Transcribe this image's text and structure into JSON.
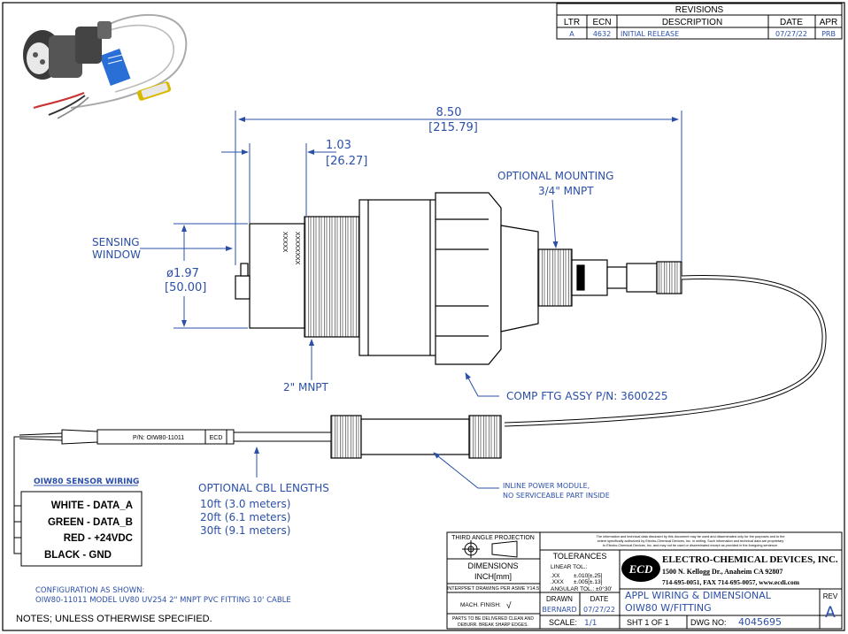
{
  "revisions": {
    "title": "REVISIONS",
    "headers": [
      "LTR",
      "ECN",
      "DESCRIPTION",
      "DATE",
      "APR"
    ],
    "row": [
      "A",
      "4632",
      "INITIAL RELEASE",
      "07/27/22",
      "PRB"
    ]
  },
  "dimensions": {
    "overall_in": "8.50",
    "overall_mm": "[215.79]",
    "sensor_in": "1.03",
    "sensor_mm": "[26.27]",
    "diameter_in": "ø1.97",
    "diameter_mm": "[50.00]"
  },
  "callouts": {
    "mounting_1": "OPTIONAL MOUNTING",
    "mounting_2": "3/4\" MNPT",
    "sensing_1": "SENSING",
    "sensing_2": "WINDOW",
    "mnpt_2in": "2\" MNPT",
    "comp_ftg": "COMP FTG ASSY P/N: 3600225",
    "inline_1": "INLINE POWER MODULE,",
    "inline_2": "NO SERVICEABLE PART INSIDE",
    "cbl_title": "OPTIONAL CBL LENGTHS",
    "cbl_1": "10ft (3.0 meters)",
    "cbl_2": "20ft (6.1 meters)",
    "cbl_3": "30ft (9.1 meters)"
  },
  "wiring": {
    "title": "OIW80 SENSOR WIRING",
    "lines": [
      "WHITE - DATA_A",
      "GREEN - DATA_B",
      "RED - +24VDC",
      "BLACK - GND"
    ]
  },
  "cable_label": "P/N: OIW80-11011",
  "config": {
    "line1": "CONFIGURATION AS SHOWN:",
    "line2": "OIW80-11011 MODEL UV80 UV254 2\" MNPT PVC FITTING 10' CABLE"
  },
  "notes": "NOTES; UNLESS OTHERWISE SPECIFIED.",
  "title_block": {
    "projection": "THIRD ANGLE PROJECTION",
    "dimensions_label": "DIMENSIONS",
    "units": "INCH[mm]",
    "interpret": "INTERPRET DRAWING PER ASME Y14.5",
    "mach_finish": "MACH. FINISH:",
    "parts_note_1": "PARTS TO BE DELIVERED CLEAN AND",
    "parts_note_2": "DEBURR. BREAK SHARP EDGES.",
    "tolerances": "TOLERANCES",
    "linear": "LINEAR TOL.:",
    "tol_xx": ".XX",
    "tol_xx_val": "±.010[±.25]",
    "tol_xxx": ".XXX",
    "tol_xxx_val": "±.005[±.13]",
    "angular": "ANGULAR TOL.: ±0°30'",
    "disclaimer_1": "The information and technical data disclosed by this document may be used and disseminated only for the purposes and to the",
    "disclaimer_2": "extent specifically authorized by Electro-Chemical Devices, Inc. in writing. Such information and technical data are proprietary",
    "disclaimer_3": "to Electro-Chemical Devices, Inc. and may not be used or disseminated except as provided in the foregoing sentence.",
    "company": "ELECTRO-CHEMICAL DEVICES, INC.",
    "address": "1500 N. Kellogg Dr., Anaheim CA 92807",
    "phone": "714-695-0051, FAX 714-695-0057, www.ecdi.com",
    "logo": "ECD",
    "drawn_label": "DRAWN",
    "date_label": "DATE",
    "drawn_by": "BERNARD",
    "drawn_date": "07/27/22",
    "title_1": "APPL WIRING & DIMENSIONAL",
    "title_2": "OIW80 W/FITTING",
    "rev_label": "REV",
    "rev": "A",
    "scale_label": "SCALE:",
    "scale": "1/1",
    "sheet": "SHT 1 OF 1",
    "dwg_label": "DWG NO:",
    "dwg_no": "4045695"
  }
}
